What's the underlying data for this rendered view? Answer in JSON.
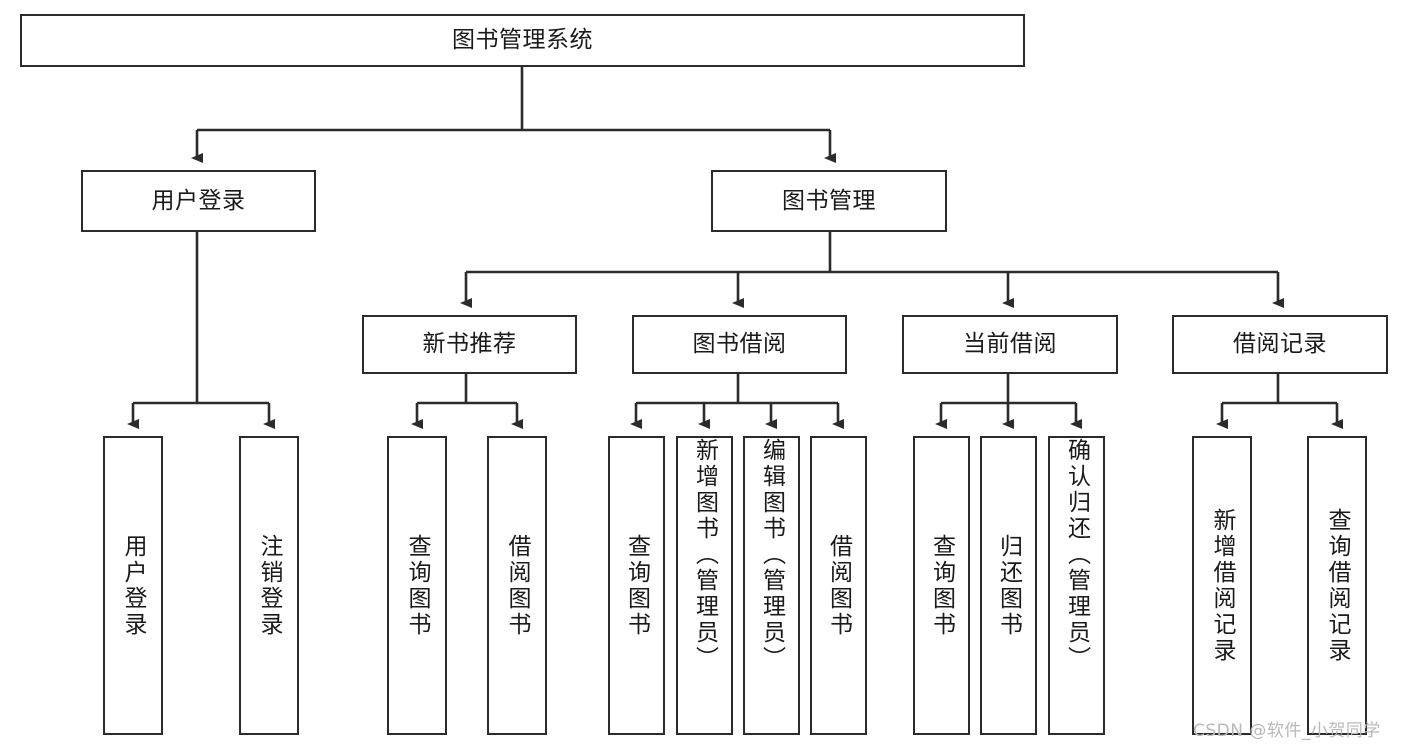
{
  "diagram": {
    "type": "tree",
    "title": "图书管理系统",
    "orientation": "top-down",
    "levels": 4,
    "colors": {
      "box_border": "#2b2b2b",
      "box_fill": "#ffffff",
      "connector": "#2b2b2b",
      "text": "#1a1a1a",
      "watermark": "#b9b9b9"
    }
  },
  "nodes": {
    "root": {
      "id": "root",
      "label": "图书管理系统",
      "level": 1,
      "orientation": "horizontal"
    },
    "level2": [
      {
        "id": "user-login",
        "label": "用户登录",
        "level": 2,
        "orientation": "horizontal",
        "parent": "root"
      },
      {
        "id": "book-management",
        "label": "图书管理",
        "level": 2,
        "orientation": "horizontal",
        "parent": "root"
      }
    ],
    "level3": [
      {
        "id": "new-book-recommend",
        "label": "新书推荐",
        "level": 3,
        "orientation": "horizontal",
        "parent": "book-management"
      },
      {
        "id": "book-borrow",
        "label": "图书借阅",
        "level": 3,
        "orientation": "horizontal",
        "parent": "book-management"
      },
      {
        "id": "current-borrow",
        "label": "当前借阅",
        "level": 3,
        "orientation": "horizontal",
        "parent": "book-management"
      },
      {
        "id": "borrow-record",
        "label": "借阅记录",
        "level": 3,
        "orientation": "horizontal",
        "parent": "book-management"
      }
    ],
    "leaves": [
      {
        "id": "leaf-user-login",
        "label": "用户登录",
        "parent": "user-login",
        "orientation": "vertical"
      },
      {
        "id": "leaf-logout",
        "label": "注销登录",
        "parent": "user-login",
        "orientation": "vertical"
      },
      {
        "id": "leaf-query-book-1",
        "label": "查询图书",
        "parent": "new-book-recommend",
        "orientation": "vertical"
      },
      {
        "id": "leaf-borrow-book-1",
        "label": "借阅图书",
        "parent": "new-book-recommend",
        "orientation": "vertical"
      },
      {
        "id": "leaf-query-book-2",
        "label": "查询图书",
        "parent": "book-borrow",
        "orientation": "vertical"
      },
      {
        "id": "leaf-add-book",
        "label": "新增图书（管理员）",
        "parent": "book-borrow",
        "orientation": "vertical"
      },
      {
        "id": "leaf-edit-book",
        "label": "编辑图书（管理员）",
        "parent": "book-borrow",
        "orientation": "vertical"
      },
      {
        "id": "leaf-borrow-book-2",
        "label": "借阅图书",
        "parent": "book-borrow",
        "orientation": "vertical"
      },
      {
        "id": "leaf-query-book-3",
        "label": "查询图书",
        "parent": "current-borrow",
        "orientation": "vertical"
      },
      {
        "id": "leaf-return-book",
        "label": "归还图书",
        "parent": "current-borrow",
        "orientation": "vertical"
      },
      {
        "id": "leaf-confirm-return",
        "label": "确认归还（管理员）",
        "parent": "current-borrow",
        "orientation": "vertical"
      },
      {
        "id": "leaf-add-record",
        "label": "新增借阅记录",
        "parent": "borrow-record",
        "orientation": "vertical"
      },
      {
        "id": "leaf-query-record",
        "label": "查询借阅记录",
        "parent": "borrow-record",
        "orientation": "vertical"
      }
    ]
  },
  "watermark": {
    "text": "CSDN @软件_小贺同学"
  }
}
